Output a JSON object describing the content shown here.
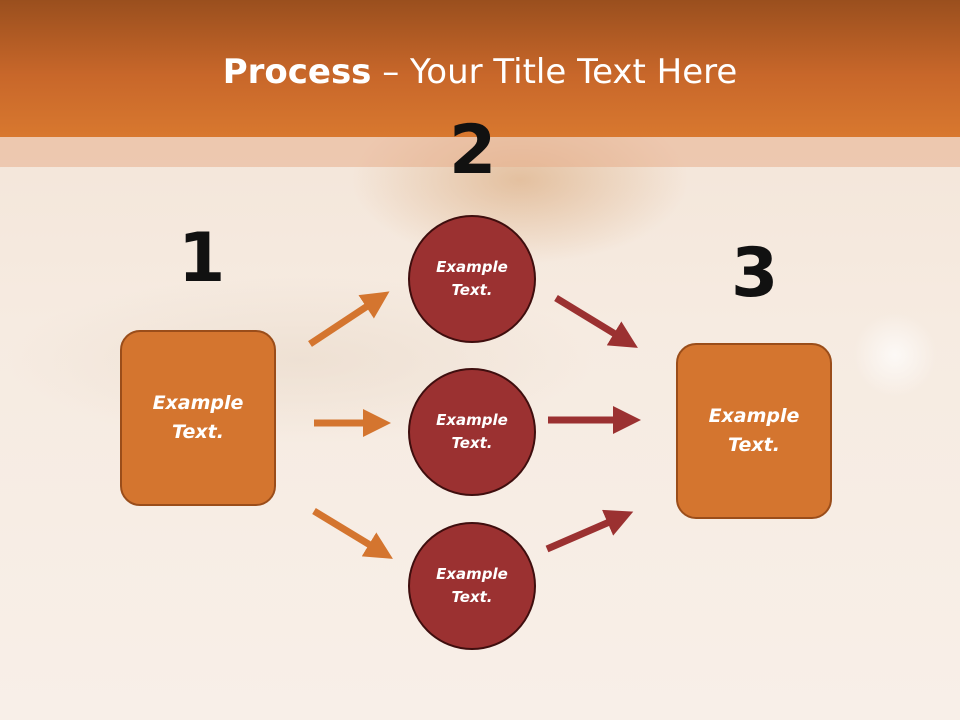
{
  "title": {
    "bold": "Process",
    "rest": " – Your Title Text Here"
  },
  "steps": [
    {
      "number": "1"
    },
    {
      "number": "2"
    },
    {
      "number": "3"
    }
  ],
  "left_box": {
    "text": "Example\nText."
  },
  "right_box": {
    "text": "Example\nText."
  },
  "circles": [
    {
      "text": "Example\nText."
    },
    {
      "text": "Example\nText."
    },
    {
      "text": "Example\nText."
    }
  ],
  "colors": {
    "header": "#c8672a",
    "box_fill": "#d4752f",
    "circle_fill": "#9b3131",
    "orange_arrow": "#d4752f",
    "red_arrow": "#9b3131"
  }
}
